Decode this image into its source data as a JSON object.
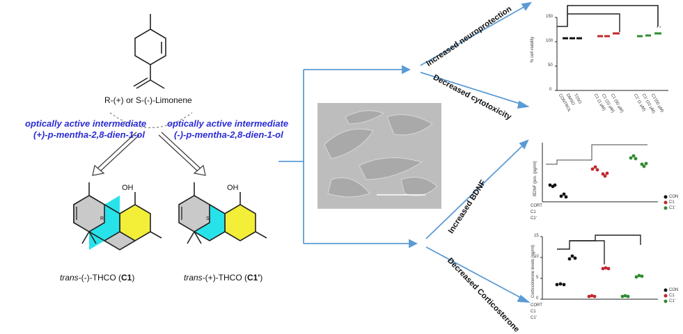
{
  "limonene_label": "R-(+) or S-(-)-Limonene",
  "left_intermediate": {
    "line1": "optically active intermediate",
    "line2": "(+)-p-mentha-2,8-dien-1-ol"
  },
  "right_intermediate": {
    "line1": "optically active intermediate",
    "line2": "(-)-p-mentha-2,8-dien-1-ol"
  },
  "product_left": {
    "prefix": "trans",
    "name": "-(-)-THCO (",
    "code": "C1",
    "suffix": ")"
  },
  "product_right": {
    "prefix": "trans",
    "name": "-(+)-THCO (",
    "code": "C1'",
    "suffix": ")"
  },
  "oh_label": "OH",
  "stereo_r": "R",
  "stereo_s": "S",
  "effects": {
    "neuroprotection": "Increased neuroprotection",
    "cytotoxicity": "Decreased cytotoxicity",
    "bdnf": "Increased BDNF",
    "corticosterone": "Decreased Corticosterone"
  },
  "panel_viability": {
    "ylabel": "% cell viability",
    "yticks": [
      "0",
      "50",
      "100",
      "150"
    ],
    "categories": [
      "CONTROL",
      "DMSO",
      "T2SO",
      "C1 (1 µM)",
      "C1 (10 µM)",
      "C1 (50 µM)",
      "C1' (1 µM)",
      "C1' (10 µM)",
      "C1'(50 µM)"
    ],
    "sig_right": "* *"
  },
  "panel_bdnf": {
    "ylabel": "BDNF (pro. (pg/ml)",
    "legend": [
      "CON",
      "C1",
      "C1'"
    ],
    "row_labels": [
      "CORT",
      "C1",
      "C1'"
    ]
  },
  "panel_cort": {
    "ylabel": "Corticosterone levels (ng/ml)",
    "yticks": [
      "0",
      "5",
      "10",
      "15"
    ],
    "legend": [
      "CON",
      "C1",
      "C1'"
    ],
    "row_labels": [
      "CORT",
      "C1",
      "C1'"
    ]
  },
  "colors": {
    "arrow_blue": "#5b9bd5",
    "ring_cyan": "#1fe0ea",
    "ring_yellow": "#f5f03a",
    "text_blue": "#2b2bd6",
    "series_black": "#111111",
    "series_red": "#c0282e",
    "series_green": "#2e8b2e"
  }
}
